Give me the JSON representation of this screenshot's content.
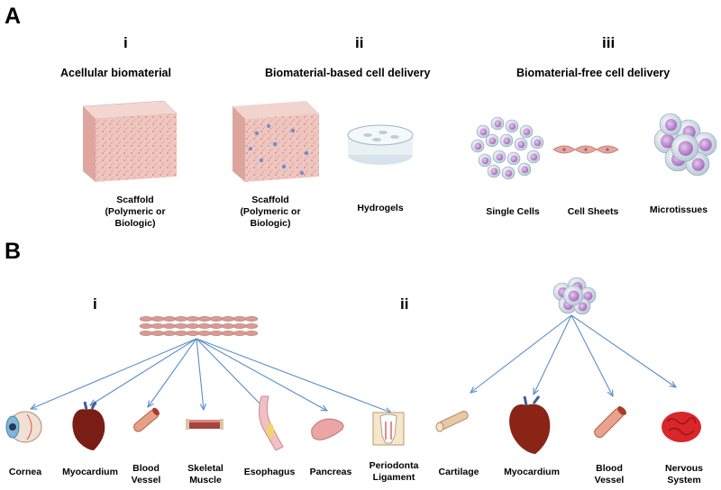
{
  "panel_a": {
    "letter": "A",
    "columns": [
      {
        "numeral": "i",
        "title": "Acellular biomaterial"
      },
      {
        "numeral": "ii",
        "title": "Biomaterial-based cell delivery"
      },
      {
        "numeral": "iii",
        "title": "Biomaterial-free cell delivery"
      }
    ],
    "captions": {
      "scaffold_acellular": "Scaffold\n(Polymeric or\nBiologic)",
      "scaffold_cells": "Scaffold\n(Polymeric or\nBiologic)",
      "hydrogels": "Hydrogels",
      "single_cells": "Single Cells",
      "cell_sheets": "Cell Sheets",
      "microtissues": "Microtissues"
    }
  },
  "panel_b": {
    "letter": "B",
    "sections": [
      {
        "numeral": "i"
      },
      {
        "numeral": "ii"
      }
    ],
    "targets_i": [
      "Cornea",
      "Myocardium",
      "Blood\nVessel",
      "Skeletal\nMuscle",
      "Esophagus",
      "Pancreas",
      "Periodonta\nLigament"
    ],
    "targets_ii": [
      "Cartilage",
      "Myocardium",
      "Blood\nVessel",
      "Nervous\nSystem"
    ]
  },
  "colors": {
    "arrow": "#5b8fc9",
    "tissue": "#e9b9b2",
    "cell": "#c9a6d6",
    "heart": "#7a1d14",
    "brain": "#d8262a"
  }
}
